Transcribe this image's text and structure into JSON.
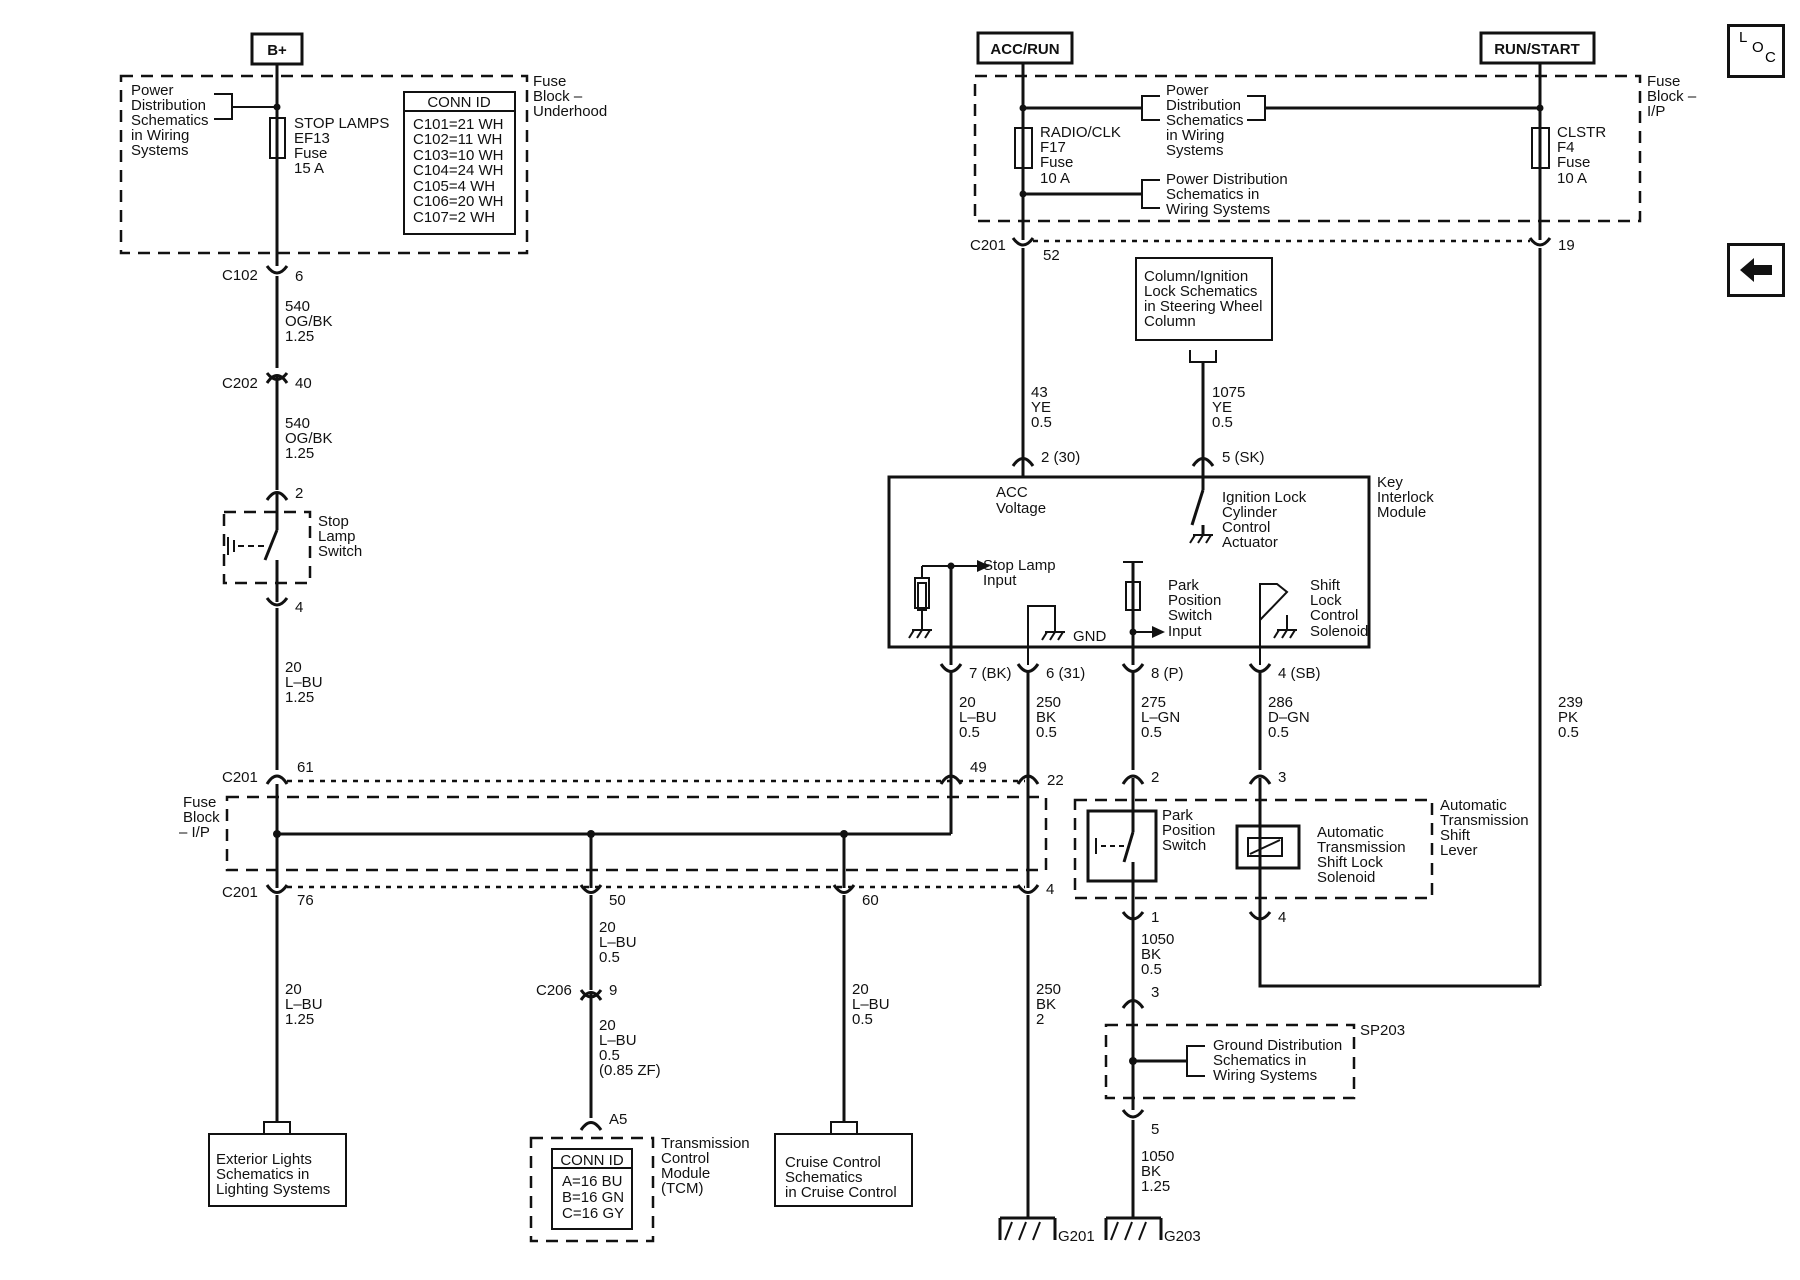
{
  "nav": {
    "loc_l": "L",
    "loc_o": "O",
    "loc_c": "C",
    "back_icon": "arrow-left-icon"
  },
  "sources": {
    "bplus": "B+",
    "acc_run": "ACC/RUN",
    "run_start": "RUN/START"
  },
  "pd1": [
    "Power",
    "Distribution",
    "Schematics",
    "in Wiring",
    "Systems"
  ],
  "fuse_underhood": {
    "title": [
      "Fuse",
      "Block –",
      "Underhood"
    ],
    "fuse": [
      "STOP LAMPS",
      "EF13",
      "Fuse",
      "15 A"
    ]
  },
  "conn_id_underhood": {
    "title": "CONN ID",
    "rows": [
      "C101=21 WH",
      "C102=11 WH",
      "C103=10 WH",
      "C104=24 WH",
      "C105=4 WH",
      "C106=20 WH",
      "C107=2 WH"
    ]
  },
  "fuse_ip_top": {
    "title": [
      "Fuse",
      "Block –",
      "I/P"
    ],
    "radio": [
      "RADIO/CLK",
      "F17",
      "Fuse",
      "10 A"
    ],
    "clstr": [
      "CLSTR",
      "F4",
      "Fuse",
      "10 A"
    ],
    "pd2": [
      "Power",
      "Distribution",
      "Schematics",
      "in Wiring",
      "Systems"
    ],
    "pd3": [
      "Power Distribution",
      "Schematics in",
      "Wiring Systems"
    ]
  },
  "connectors": {
    "c102": "C102",
    "c102_pin": "6",
    "c202": "C202",
    "c202_pin": "40",
    "c201": "C201",
    "c201_top_left": "52",
    "c201_top_right": "19",
    "c201_61": "61",
    "c201_49": "49",
    "c201_22": "22",
    "c201_76": "76",
    "c201_50": "50",
    "c201_60": "60",
    "c201_4": "4",
    "c206": "C206",
    "c206_pin": "9",
    "a5": "A5",
    "sls_2": "2",
    "sls_4": "4",
    "km_2": "2 (30)",
    "km_5": "5 (SK)",
    "km_7": "7 (BK)",
    "km_6": "6 (31)",
    "km_8": "8 (P)",
    "km_4": "4 (SB)",
    "at_2": "2",
    "at_3": "3",
    "at_1": "1",
    "at_4": "4",
    "sp_3": "3",
    "sp_5": "5"
  },
  "wires": {
    "w_og1": [
      "540",
      "OG/BK",
      "1.25"
    ],
    "w_og2": [
      "540",
      "OG/BK",
      "1.25"
    ],
    "w_lbu_main": [
      "20",
      "L–BU",
      "1.25"
    ],
    "w_ye43": [
      "43",
      "YE",
      "0.5"
    ],
    "w_ye1075": [
      "1075",
      "YE",
      "0.5"
    ],
    "w_lbu_km": [
      "20",
      "L–BU",
      "0.5"
    ],
    "w_bk250": [
      "250",
      "BK",
      "0.5"
    ],
    "w_lgn275": [
      "275",
      "L–GN",
      "0.5"
    ],
    "w_dgn286": [
      "286",
      "D–GN",
      "0.5"
    ],
    "w_pk239": [
      "239",
      "PK",
      "0.5"
    ],
    "w_lbu_ext": [
      "20",
      "L–BU",
      "1.25"
    ],
    "w_lbu_tcm1": [
      "20",
      "L–BU",
      "0.5"
    ],
    "w_lbu_tcm2": [
      "20",
      "L–BU",
      "0.5",
      "(0.85 ZF)"
    ],
    "w_lbu_cruise": [
      "20",
      "L–BU",
      "0.5"
    ],
    "w_bk250b": [
      "250",
      "BK",
      "2"
    ],
    "w_bk1050a": [
      "1050",
      "BK",
      "0.5"
    ],
    "w_bk1050b": [
      "1050",
      "BK",
      "1.25"
    ]
  },
  "components": {
    "stop_lamp_switch": [
      "Stop",
      "Lamp",
      "Switch"
    ],
    "col_ign": [
      "Column/Ignition",
      "Lock Schematics",
      "in Steering Wheel",
      "Column"
    ],
    "key_module": [
      "Key",
      "Interlock",
      "Module"
    ],
    "acc_voltage": [
      "ACC",
      "Voltage"
    ],
    "ign_lock": [
      "Ignition Lock",
      "Cylinder",
      "Control",
      "Actuator"
    ],
    "stop_lamp_input": [
      "Stop Lamp",
      "Input"
    ],
    "gnd": "GND",
    "park_input": [
      "Park",
      "Position",
      "Switch",
      "Input"
    ],
    "shift_lock_ctrl": [
      "Shift",
      "Lock",
      "Control",
      "Solenoid"
    ],
    "fuse_ip_mid": [
      "Fuse",
      "Block",
      "– I/P"
    ],
    "park_switch": [
      "Park",
      "Position",
      "Switch"
    ],
    "shift_solenoid": [
      "Automatic",
      "Transmission",
      "Shift Lock",
      "Solenoid"
    ],
    "at_lever": [
      "Automatic",
      "Transmission",
      "Shift",
      "Lever"
    ],
    "sp203": "SP203",
    "ground_dist": [
      "Ground Distribution",
      "Schematics in",
      "Wiring Systems"
    ],
    "ext_lights": [
      "Exterior Lights",
      "Schematics in",
      "Lighting Systems"
    ],
    "tcm": [
      "Transmission",
      "Control",
      "Module",
      "(TCM)"
    ],
    "tcm_conn_title": "CONN ID",
    "tcm_conn_rows": [
      "A=16 BU",
      "B=16 GN",
      "C=16 GY"
    ],
    "cruise": [
      "Cruise Control",
      "Schematics",
      "in Cruise Control"
    ],
    "g201": "G201",
    "g203": "G203"
  }
}
